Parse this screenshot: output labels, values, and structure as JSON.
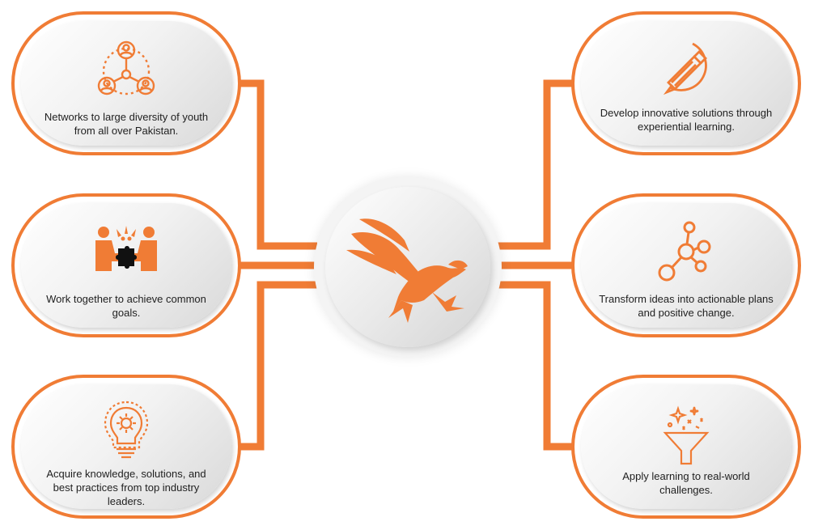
{
  "accent_color": "#f07c35",
  "center": {
    "icon": "eagle-icon"
  },
  "left_items": [
    {
      "icon": "network-people-icon",
      "text": "Networks to large diversity of youth from all over Pakistan."
    },
    {
      "icon": "teamwork-puzzle-icon",
      "text": "Work together to achieve common goals."
    },
    {
      "icon": "lightbulb-gear-icon",
      "text": "Acquire knowledge, solutions, and best practices from top industry leaders."
    }
  ],
  "right_items": [
    {
      "icon": "pencil-circle-icon",
      "text": "Develop innovative solutions through experiential learning."
    },
    {
      "icon": "node-graph-icon",
      "text": "Transform ideas into actionable plans and positive change."
    },
    {
      "icon": "funnel-sparkle-icon",
      "text": "Apply learning to real-world challenges."
    }
  ]
}
